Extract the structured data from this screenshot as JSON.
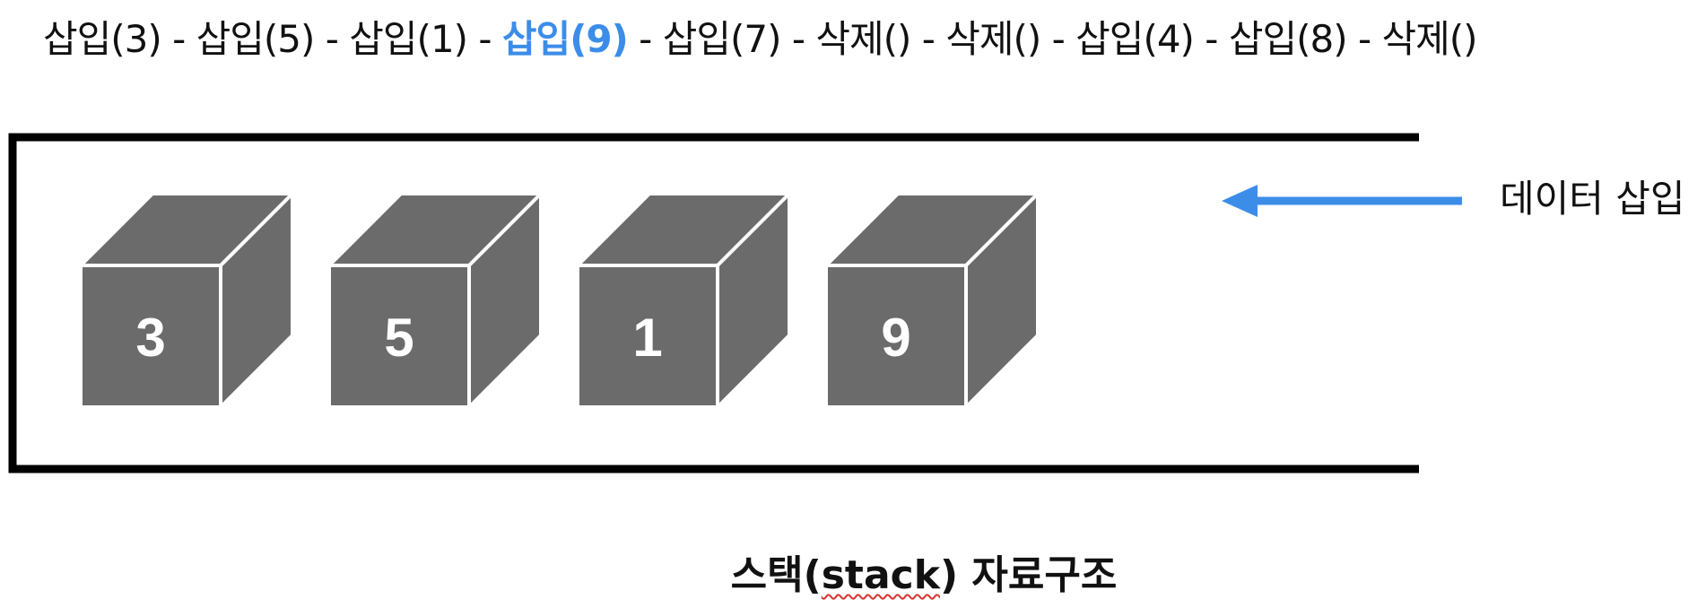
{
  "sequence": {
    "separator": " - ",
    "operations": [
      {
        "label": "삽입(3)",
        "highlight": false
      },
      {
        "label": "삽입(5)",
        "highlight": false
      },
      {
        "label": "삽입(1)",
        "highlight": false
      },
      {
        "label": "삽입(9)",
        "highlight": true
      },
      {
        "label": "삽입(7)",
        "highlight": false
      },
      {
        "label": "삭제()",
        "highlight": false
      },
      {
        "label": "삭제()",
        "highlight": false
      },
      {
        "label": "삽입(4)",
        "highlight": false
      },
      {
        "label": "삽입(8)",
        "highlight": false
      },
      {
        "label": "삭제()",
        "highlight": false
      }
    ],
    "highlight_color": "#3c8de8"
  },
  "stack": {
    "items": [
      "3",
      "5",
      "1",
      "9"
    ],
    "box_color": "#6b6b6b",
    "edge_color": "#ffffff"
  },
  "insert_arrow": {
    "label": "데이터 삽입",
    "color": "#3c8de8"
  },
  "title": {
    "prefix": "스택(",
    "underlined": "stack",
    "suffix": ") 자료구조"
  }
}
